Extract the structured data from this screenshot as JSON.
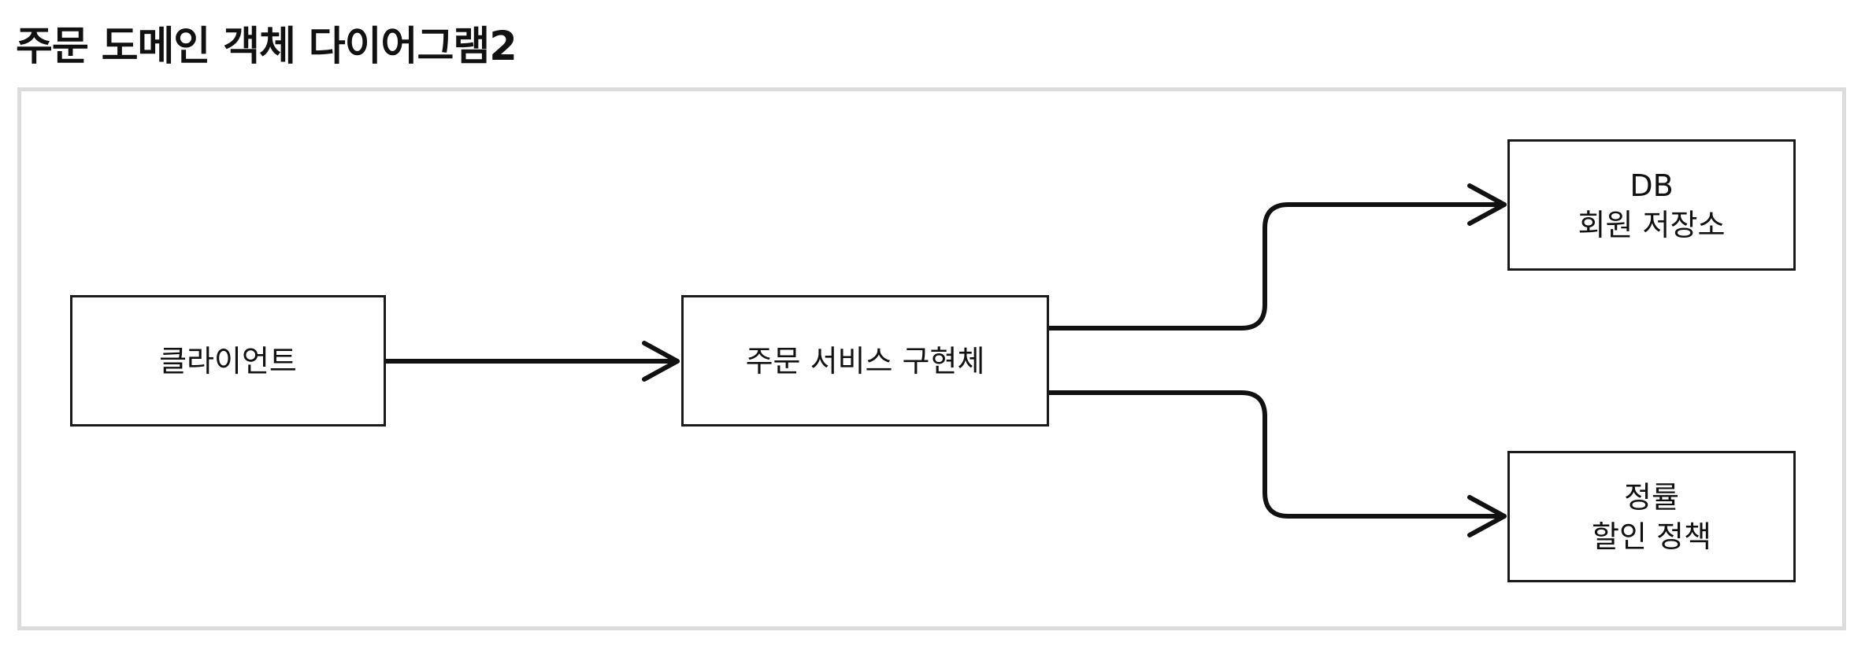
{
  "title": "주문 도메인 객체 다이어그램2",
  "nodes": {
    "client": {
      "lines": [
        "클라이언트"
      ]
    },
    "order_service": {
      "lines": [
        "주문 서비스 구현체"
      ]
    },
    "member_repository": {
      "lines": [
        "DB",
        "회원 저장소"
      ]
    },
    "discount_policy": {
      "lines": [
        "정률",
        "할인 정책"
      ]
    }
  },
  "edges": [
    {
      "from": "client",
      "to": "order_service"
    },
    {
      "from": "order_service",
      "to": "member_repository"
    },
    {
      "from": "order_service",
      "to": "discount_policy"
    }
  ]
}
